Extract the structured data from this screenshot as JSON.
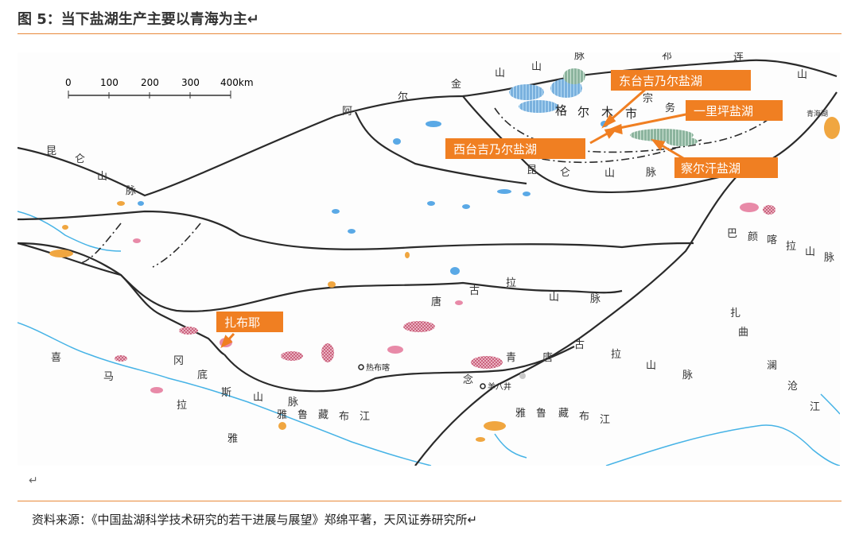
{
  "figure_title": "图 5：当下盐湖生产主要以青海为主↵",
  "return_mark": "↵",
  "source": "资料来源：《中国盐湖科学技术研究的若干进展与展望》郑绵平著，天风证券研究所↵",
  "scale_bar": {
    "ticks": [
      "0",
      "100",
      "200",
      "300",
      "400km"
    ]
  },
  "callouts": {
    "dongtai": "东台吉乃尔盐湖",
    "yiliping": "一里坪盐湖",
    "xitai": "西台吉乃尔盐湖",
    "chaerhan": "察尔汗盐湖",
    "zabuye": "扎布耶"
  },
  "places": {
    "golmud": [
      "格",
      "尔",
      "木",
      "市"
    ],
    "qinghai_lake": "青海湖",
    "lhasa_near": "热布喀",
    "yangbajing": "羊八井"
  },
  "ranges": {
    "qilian": [
      "山",
      "脉",
      "祁",
      "连",
      "山"
    ],
    "aerjin": [
      "阿",
      "尔",
      "金",
      "山"
    ],
    "kunlun_w": [
      "昆",
      "仑",
      "山",
      "脉"
    ],
    "kunlun_e": [
      "昆",
      "仑",
      "山",
      "脉"
    ],
    "bayankala": [
      "巴",
      "颜",
      "喀",
      "拉",
      "山",
      "脉"
    ],
    "tanggula_w": [
      "唐",
      "古",
      "拉",
      "山",
      "脉"
    ],
    "tanggula_e": [
      "唐",
      "古",
      "拉",
      "山",
      "脉"
    ],
    "gangdise": [
      "冈",
      "底",
      "斯",
      "山",
      "脉"
    ],
    "himalaya": [
      "喜",
      "马",
      "拉",
      "雅"
    ],
    "nyainqentanglha": [
      "青",
      "念"
    ],
    "yarlung_w": [
      "雅",
      "鲁",
      "藏",
      "布",
      "江"
    ],
    "yarlung_e": [
      "雅",
      "鲁",
      "藏",
      "布",
      "江"
    ],
    "rivers_e": [
      "扎",
      "曲",
      "澜",
      "沧",
      "江",
      "宗",
      "务"
    ]
  },
  "colors": {
    "accent": "#e8893a",
    "callout": "#f07f22",
    "lake_blue": "#5aa9e6",
    "lake_pink": "#e88aa8",
    "lake_green": "#6aa58a",
    "lake_orange": "#f0a640",
    "river": "#46b3e6"
  }
}
